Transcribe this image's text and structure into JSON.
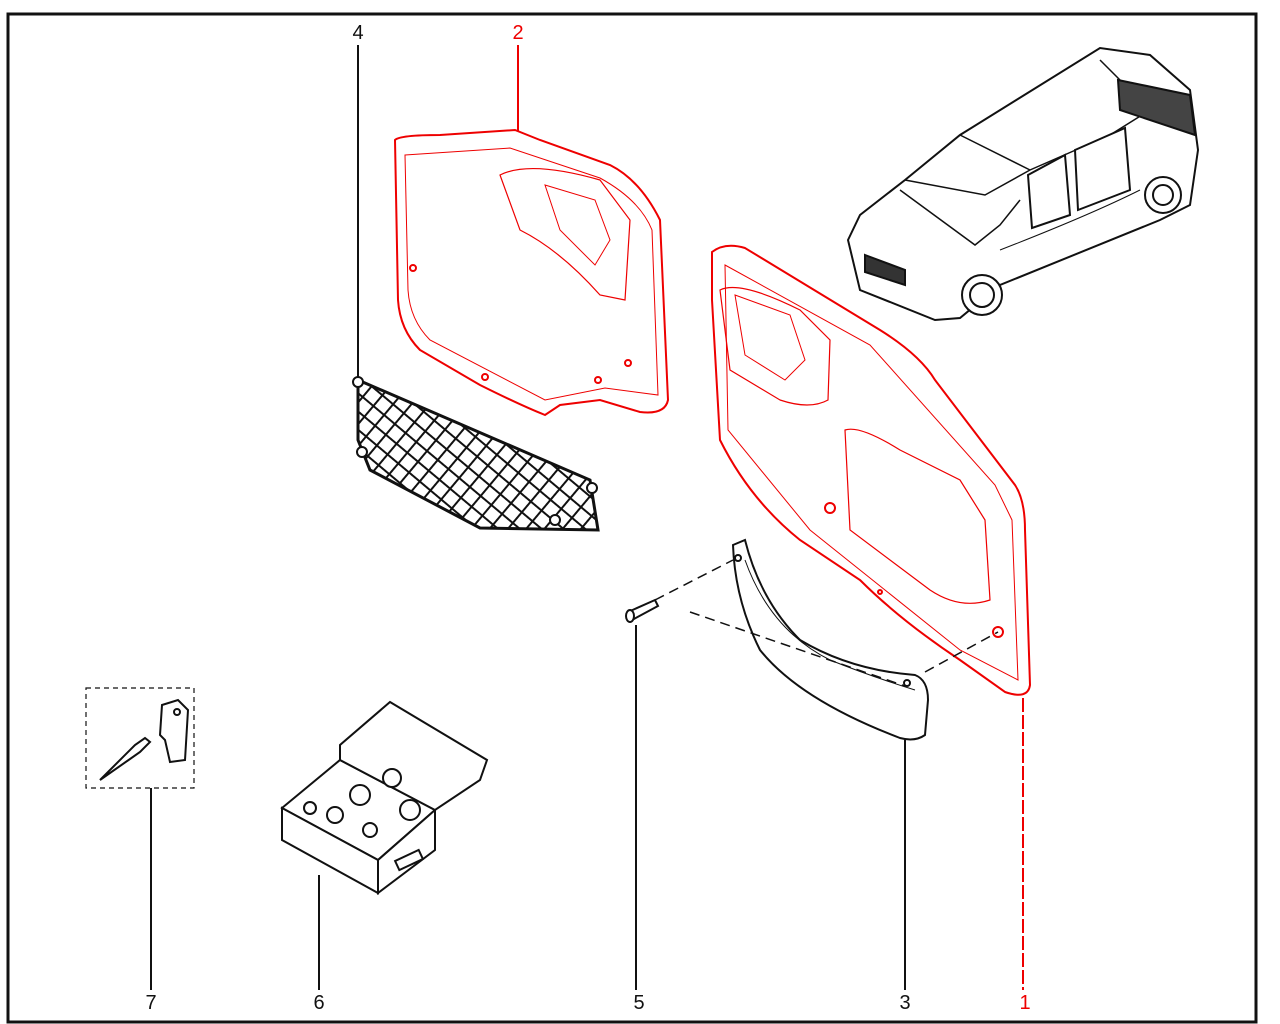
{
  "diagram": {
    "callouts": [
      {
        "id": "4",
        "text": "4",
        "highlight": false
      },
      {
        "id": "2",
        "text": "2",
        "highlight": true
      },
      {
        "id": "7",
        "text": "7",
        "highlight": false
      },
      {
        "id": "6",
        "text": "6",
        "highlight": false
      },
      {
        "id": "5",
        "text": "5",
        "highlight": false
      },
      {
        "id": "3",
        "text": "3",
        "highlight": false
      },
      {
        "id": "1",
        "text": "1",
        "highlight": true
      }
    ],
    "colors": {
      "highlight": "#e00000",
      "line": "#111111"
    }
  }
}
